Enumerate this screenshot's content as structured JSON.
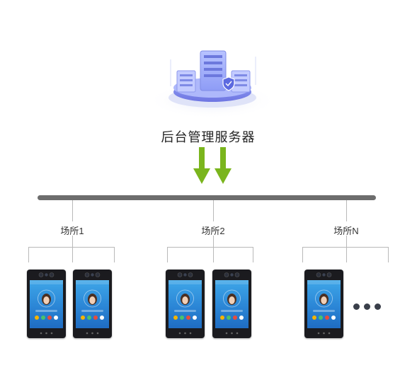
{
  "server": {
    "title": "后台管理服务器",
    "icon": "server-stack-icon"
  },
  "sites": [
    {
      "label": "场所1"
    },
    {
      "label": "场所2"
    },
    {
      "label": "场所N"
    }
  ],
  "colors": {
    "arrow": "#7ab51d",
    "bus": "#6d6d6d",
    "connector": "#b9b9b9",
    "screen": "#2b86d6"
  },
  "more_indicator": "ellipsis-icon"
}
